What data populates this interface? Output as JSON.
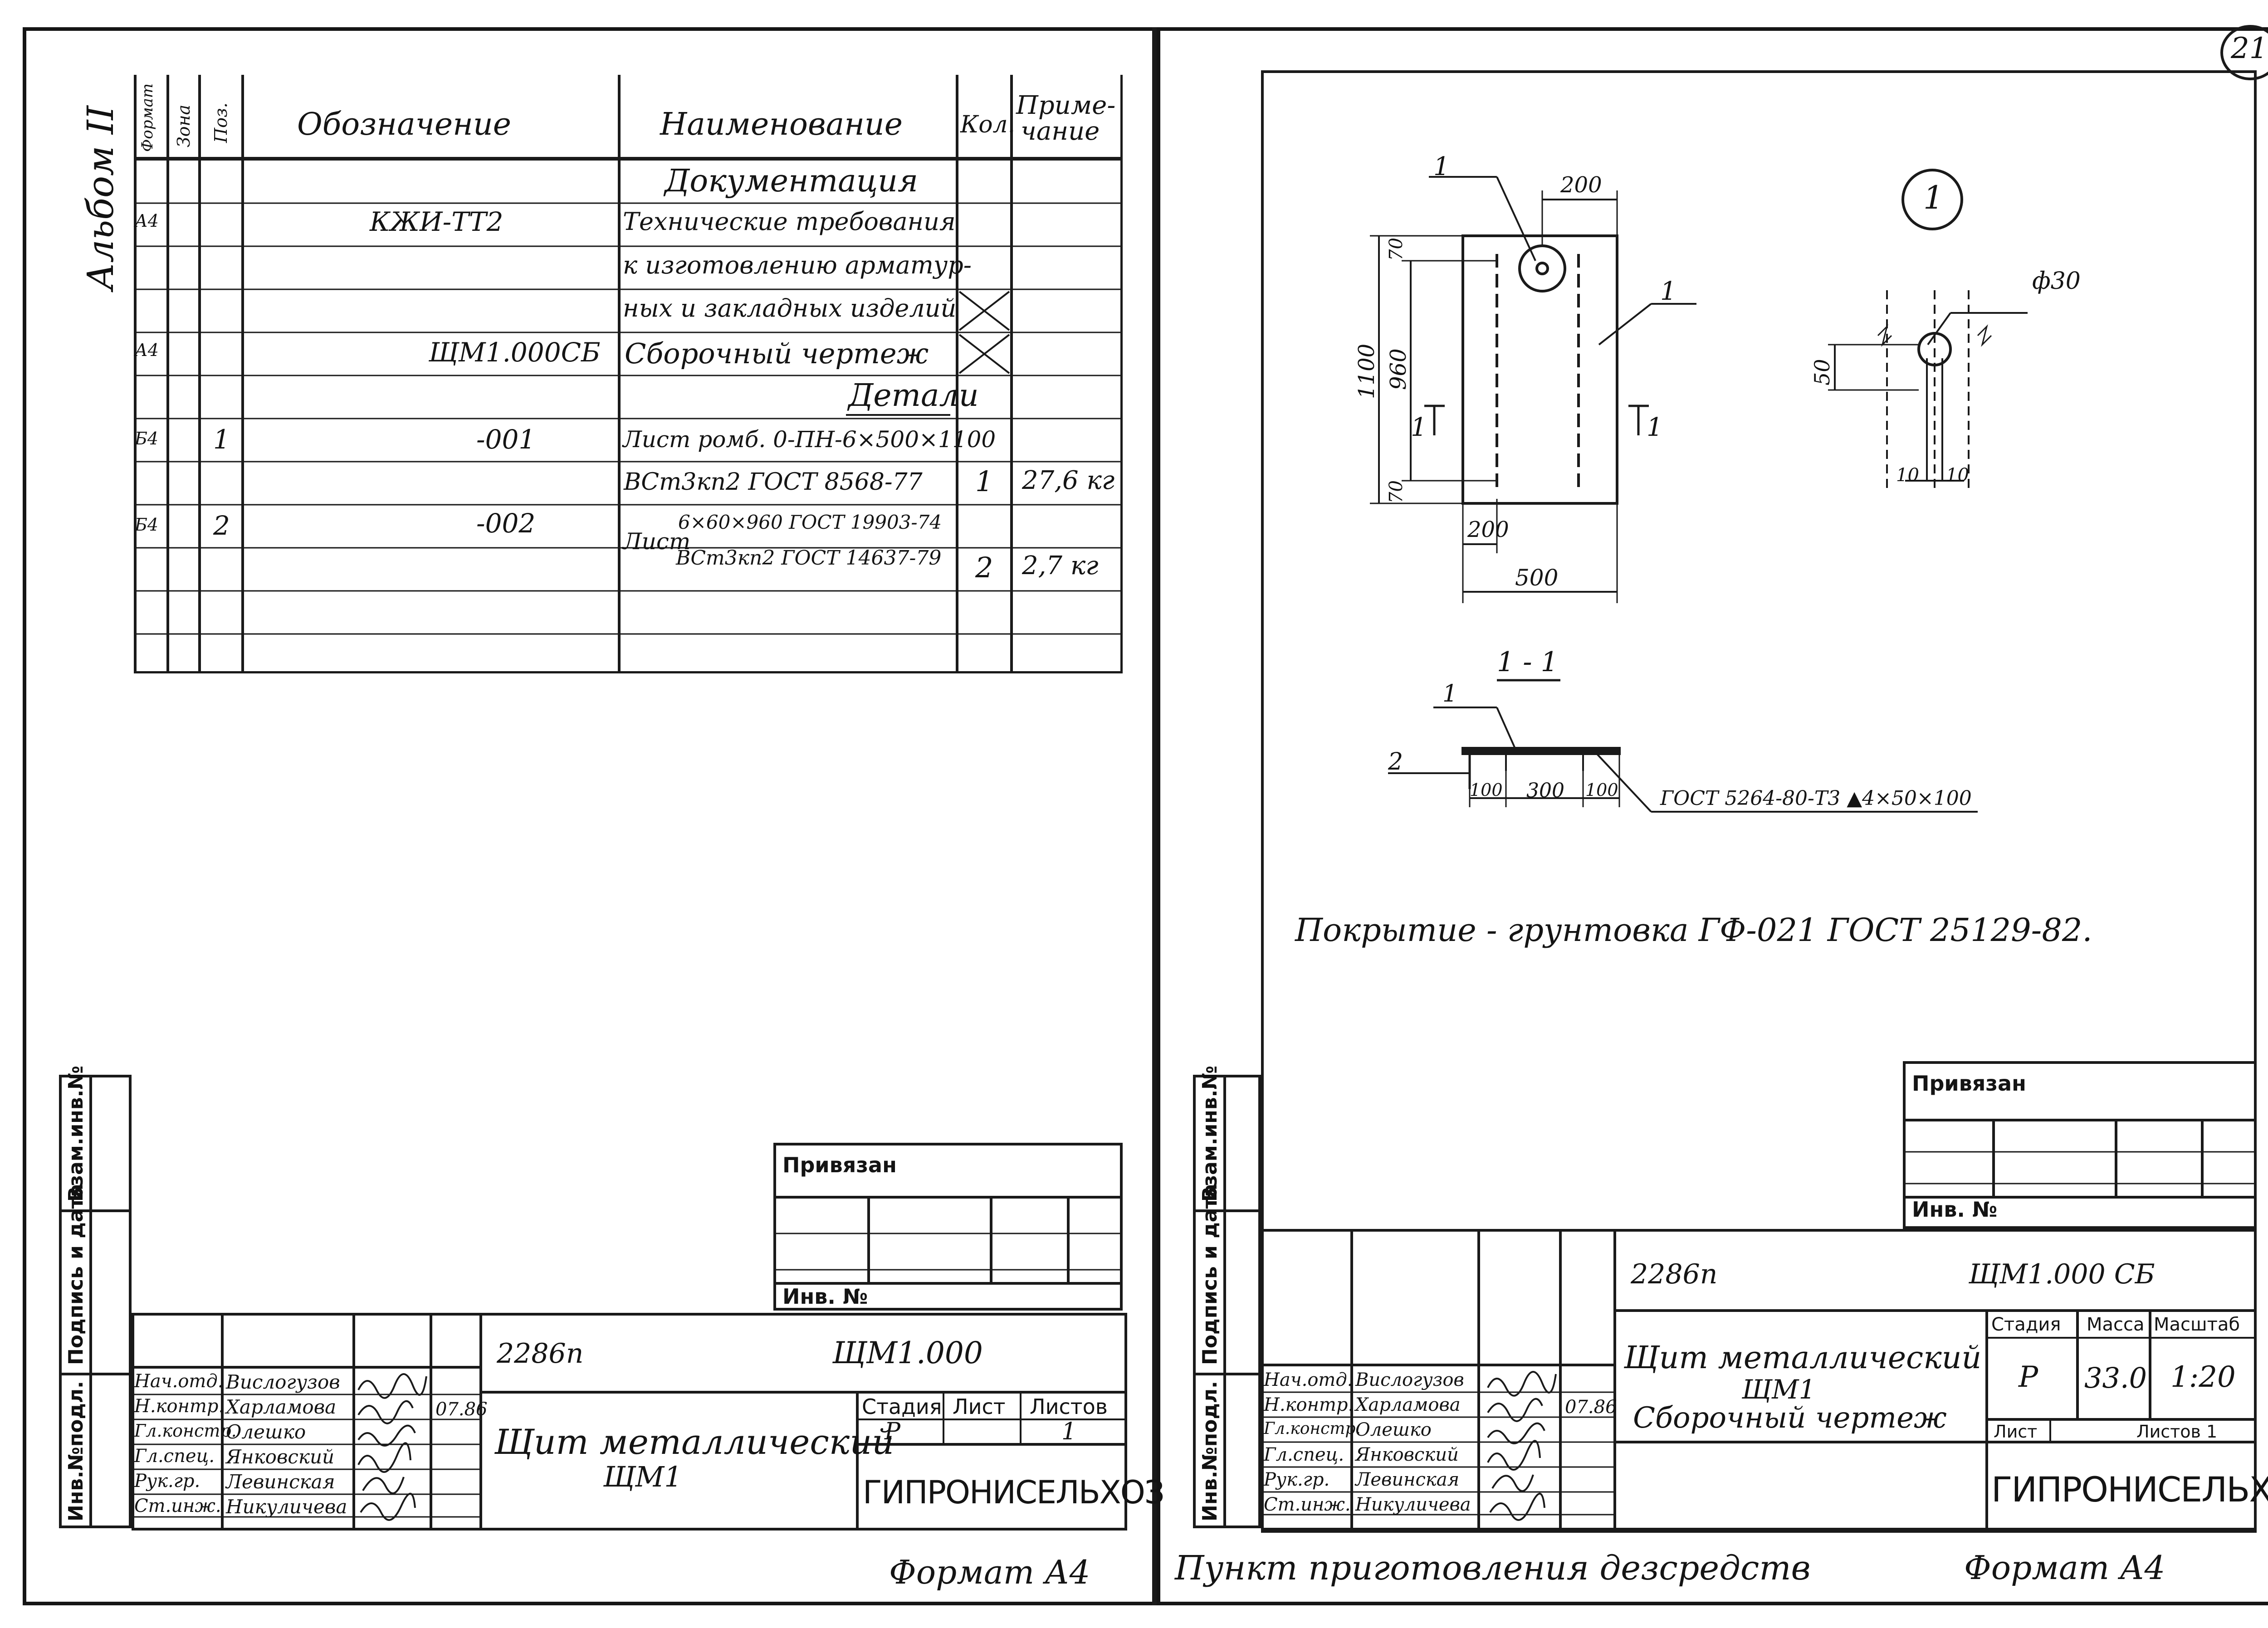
{
  "page_number": "21",
  "album_label": "Альбом II",
  "spec": {
    "headers": {
      "format": "Формат",
      "zone": "Зона",
      "pos": "Поз.",
      "designation": "Обозначение",
      "name": "Наименование",
      "qty": "Кол.",
      "note_1": "Приме-",
      "note_2": "чание"
    },
    "section_documentation": "Документация",
    "section_details": "Детали",
    "rows": {
      "r1_format": "А4",
      "r1_designation": "КЖИ-ТТ2",
      "r1_name": "Технические требования",
      "r2_name": "к изготовлению арматур-",
      "r3_name": "ных и закладных изделий",
      "r4_format": "А4",
      "r4_designation": "ЩМ1.000СБ",
      "r4_name": "Сборочный чертеж",
      "r5_format": "Б4",
      "r5_pos": "1",
      "r5_designation": "-001",
      "r5_name": "Лист ромб. 0-ПН-6×500×1100",
      "r6_name": "ВСт3кп2 ГОСТ 8568-77",
      "r6_qty": "1",
      "r6_note": "27,6 кг",
      "r7_format": "Б4",
      "r7_pos": "2",
      "r7_designation": "-002",
      "r7_name_a": "Лист",
      "r7_name_b": "6×60×960 ГОСТ 19903-74",
      "r8_name": "ВСт3кп2 ГОСТ 14637-79",
      "r8_qty": "2",
      "r8_note": "2,7 кг"
    }
  },
  "left_sheet": {
    "attached_label": "Привязан",
    "inv_label": "Инв. №",
    "project_code": "2286п",
    "designation": "ЩМ1.000",
    "title_1": "Щит металлический",
    "title_2": "ЩМ1",
    "stage_label": "Стадия",
    "sheet_label": "Лист",
    "sheets_label": "Листов",
    "stage_value": "Р",
    "sheets_value": "1",
    "organization": "ГИПРОНИСЕЛЬХОЗ",
    "format_note": "Формат А4",
    "date": "07.86"
  },
  "staff": [
    {
      "role": "Нач.отд.",
      "name": "Вислогузов"
    },
    {
      "role": "Н.контр.",
      "name": "Харламова"
    },
    {
      "role": "Гл.констр.",
      "name": "Олешко"
    },
    {
      "role": "Гл.спец.",
      "name": "Янковский"
    },
    {
      "role": "Рук.гр.",
      "name": "Левинская"
    },
    {
      "role": "Ст.инж.",
      "name": "Никуличева"
    }
  ],
  "side_stamp": {
    "inv_orig": "Инв.№подл.",
    "sign_date": "Подпись и дата",
    "repl_inv": "Взам.инв.№"
  },
  "drawing": {
    "callout_number": "1",
    "dim_200_top": "200",
    "dim_1100": "1100",
    "dim_960": "960",
    "dim_70_top": "70",
    "dim_70_bottom": "70",
    "dim_200_bottom": "200",
    "dim_500": "500",
    "leader_1_a": "1",
    "leader_1_b": "1",
    "section_mark_left": "1",
    "section_mark_right": "1",
    "detail_phi": "ф30",
    "detail_50": "50",
    "detail_10_a": "10",
    "detail_10_b": "10",
    "section_title": "1 - 1",
    "sec_leader_1": "1",
    "sec_leader_2": "2",
    "sec_dim_100_a": "100",
    "sec_dim_300": "300",
    "sec_dim_100_b": "100",
    "weld_note": "ГОСТ 5264-80-Т3 ▲4×50×100",
    "coating_note": "Покрытие - грунтовка ГФ-021  ГОСТ 25129-82."
  },
  "right_sheet": {
    "attached_label": "Привязан",
    "inv_label": "Инв. №",
    "project_code": "2286п",
    "designation": "ЩМ1.000 СБ",
    "title_1": "Щит металлический",
    "title_2": "ЩМ1",
    "title_3": "Сборочный чертеж",
    "stage_label": "Стадия",
    "mass_label": "Масса",
    "scale_label": "Масштаб",
    "stage_value": "Р",
    "mass_value": "33.0",
    "scale_value": "1:20",
    "sheet_label": "Лист",
    "sheets_label": "Листов 1",
    "organization": "ГИПРОНИСЕЛЬХОЗ",
    "format_note": "Формат А4",
    "footer_title": "Пункт приготовления дезсредств",
    "date": "07.86"
  }
}
